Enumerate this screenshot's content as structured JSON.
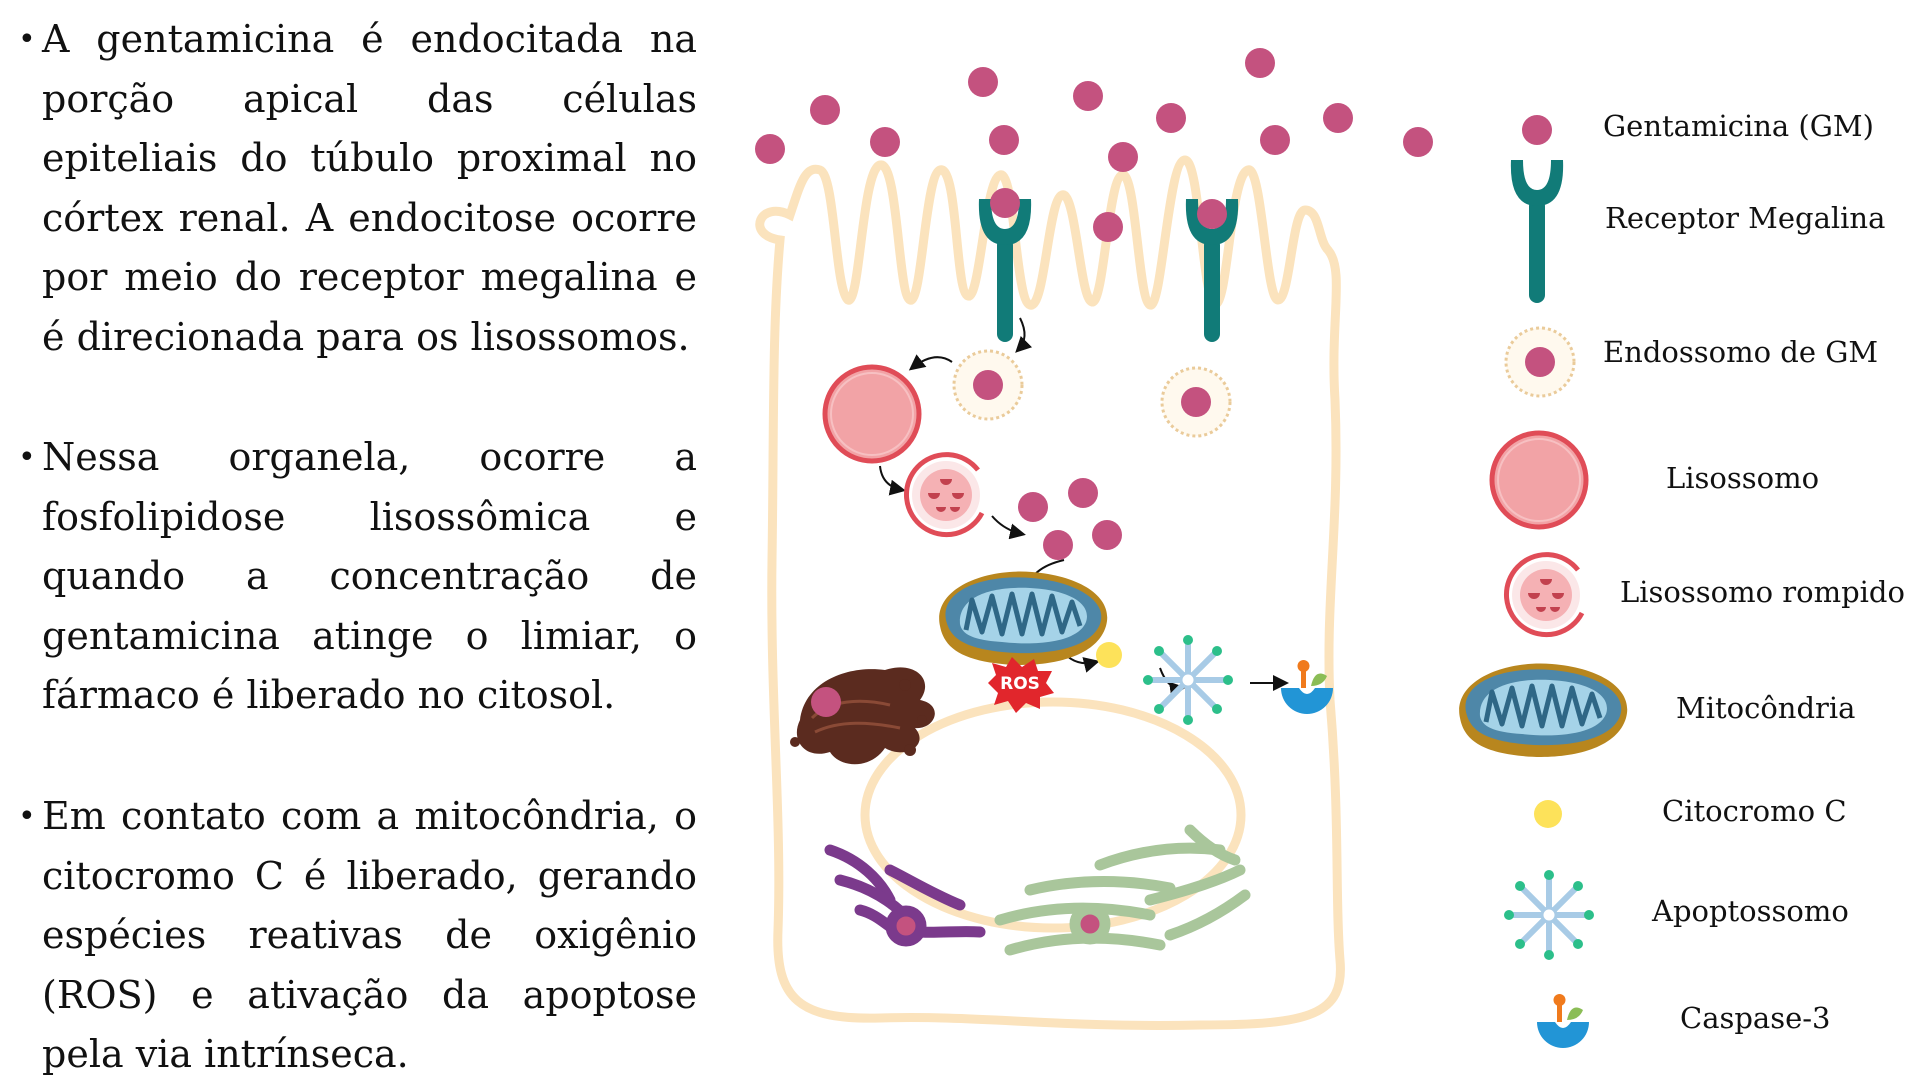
{
  "paragraphs": [
    "A gentamicina é endocitada na porção apical das células epiteliais do túbulo proximal no córtex renal. A endocitose ocorre por meio do receptor megalina e é direcionada para os lisossomos.",
    "Nessa organela, ocorre a fosfolipidose lisossômica e quando a concentração de gentamicina atinge o limiar, o fármaco é liberado no citosol.",
    "Em contato com a mitocôndria, o citocromo C é liberado, gerando espécies reativas de oxigênio (ROS) e ativação da apoptose pela via intrínseca."
  ],
  "diagram": {
    "ros_label": "ROS"
  },
  "legend": [
    {
      "label": "Gentamicina (GM)",
      "icon": "gentamicin-icon"
    },
    {
      "label": "Receptor Megalina",
      "icon": "megalin-receptor-icon"
    },
    {
      "label": "Endossomo de GM",
      "icon": "endosome-icon"
    },
    {
      "label": "Lisossomo",
      "icon": "lysosome-icon"
    },
    {
      "label": "Lisossomo rompido",
      "icon": "ruptured-lysosome-icon"
    },
    {
      "label": "Mitocôndria",
      "icon": "mitochondria-icon"
    },
    {
      "label": "Citocromo C",
      "icon": "cytochrome-c-icon"
    },
    {
      "label": "Apoptossomo",
      "icon": "apoptosome-icon"
    },
    {
      "label": "Caspase-3",
      "icon": "caspase-3-icon"
    }
  ],
  "colors": {
    "gentamicin": "#c4527f",
    "receptor": "#117b78",
    "cell_membrane": "#fbe3bd",
    "lysosome_fill": "#f2a3a6",
    "lysosome_ring": "#e04c57",
    "cytochrome": "#fde25a",
    "ros": "#e1262c"
  }
}
